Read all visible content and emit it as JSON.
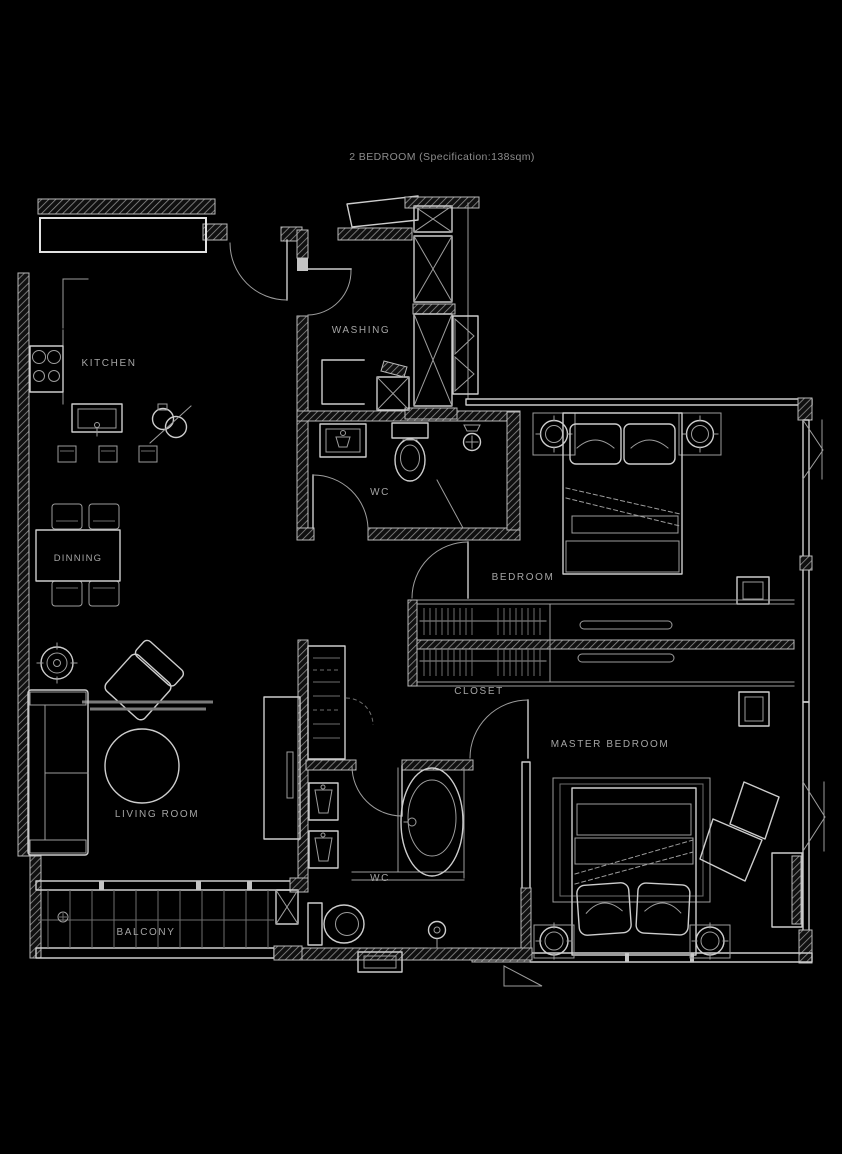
{
  "title": "2 BEDROOM (Specification:138sqm)",
  "rooms": {
    "kitchen": {
      "label": "KITCHEN"
    },
    "washing": {
      "label": "WASHING"
    },
    "wc_upper": {
      "label": "WC"
    },
    "dining": {
      "label": "DINNING"
    },
    "bedroom": {
      "label": "BEDROOM"
    },
    "closet": {
      "label": "CLOSET"
    },
    "master_bedroom": {
      "label": "MASTER BEDROOM"
    },
    "living_room": {
      "label": "LIVING ROOM"
    },
    "wc_lower": {
      "label": "WC"
    },
    "balcony": {
      "label": "BALCONY"
    }
  },
  "colors": {
    "background": "#000000",
    "line": "#cdcdcd",
    "line_dim": "#9d9d9d",
    "text": "#a4a4a4"
  }
}
